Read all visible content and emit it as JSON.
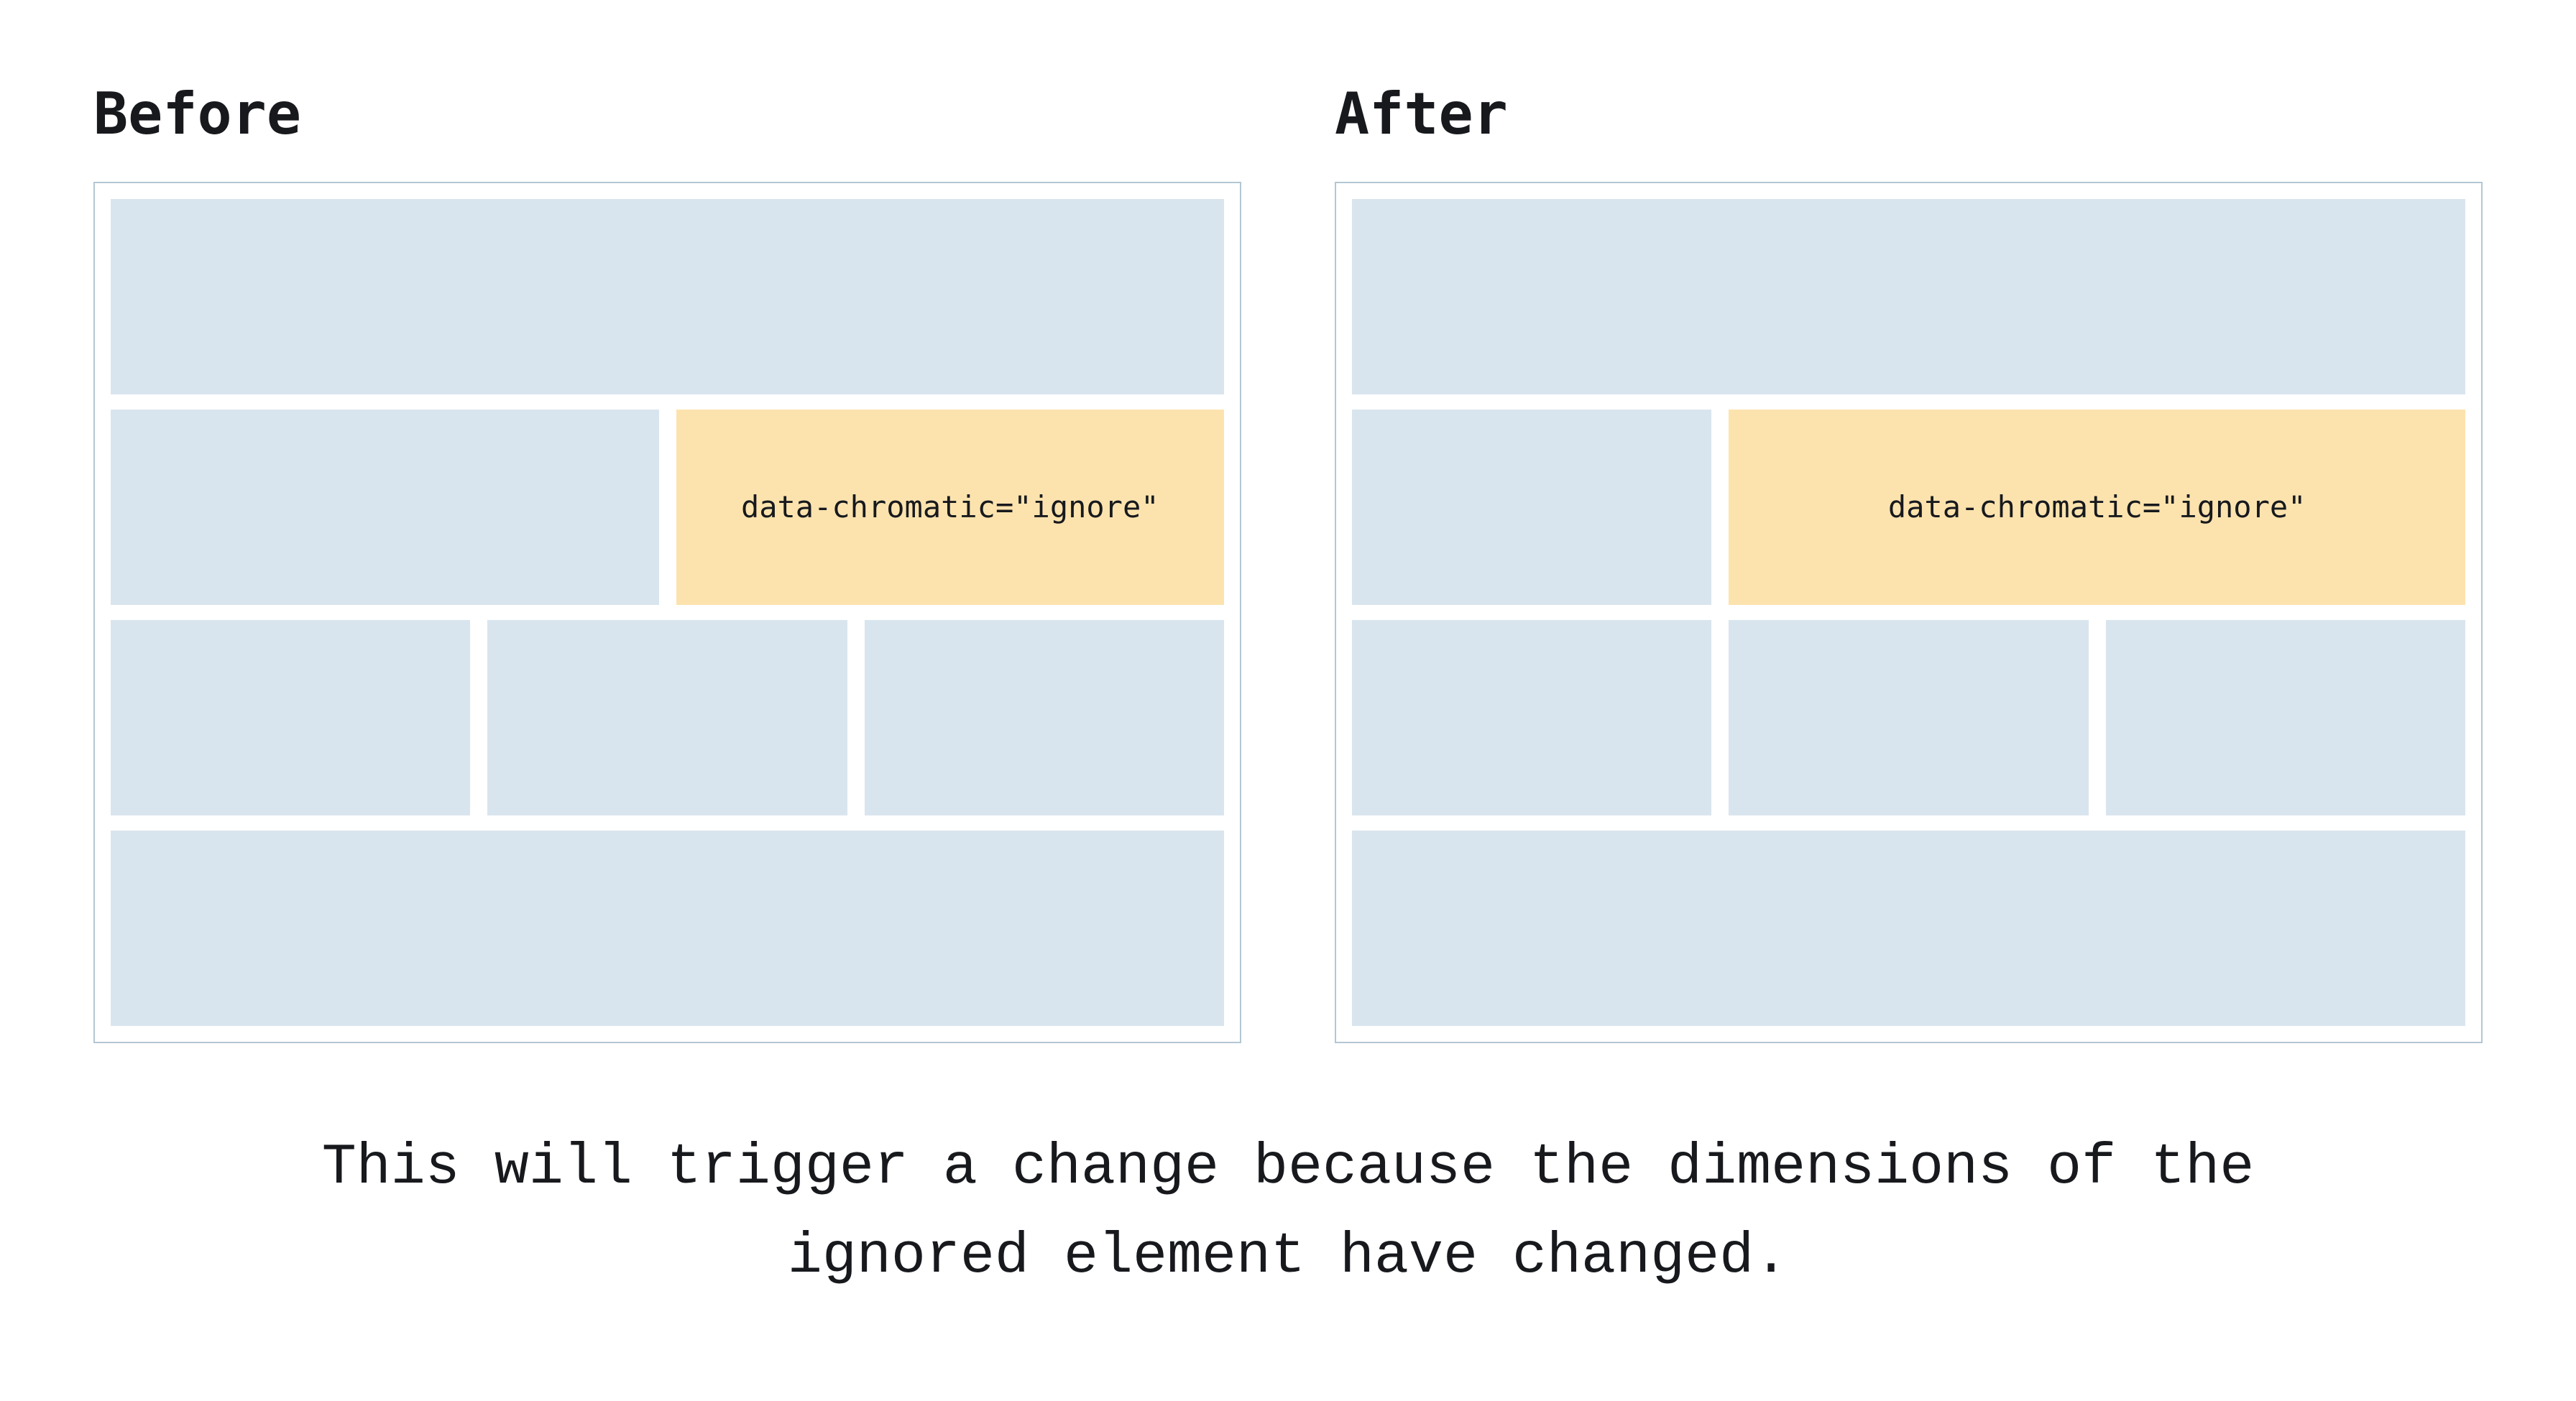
{
  "headings": {
    "before": "Before",
    "after": "After"
  },
  "panels": {
    "before": {
      "ignored_label": "data-chromatic=\"ignore\"",
      "layout_note_rows": [
        "header",
        "content + ignored (equal halves)",
        "three cards",
        "footer"
      ]
    },
    "after": {
      "ignored_label": "data-chromatic=\"ignore\"",
      "layout_note_rows": [
        "header",
        "content (one third) + ignored (two thirds)",
        "three cards",
        "footer"
      ]
    }
  },
  "caption": {
    "line1": "This will trigger a change because the dimensions of the",
    "line2": "ignored element have changed."
  },
  "colors": {
    "block-blue": "#d9e5ee",
    "block-orange": "#fce3ae",
    "panel-border": "#b3c7d3",
    "text": "#17191d",
    "background": "#ffffff"
  }
}
